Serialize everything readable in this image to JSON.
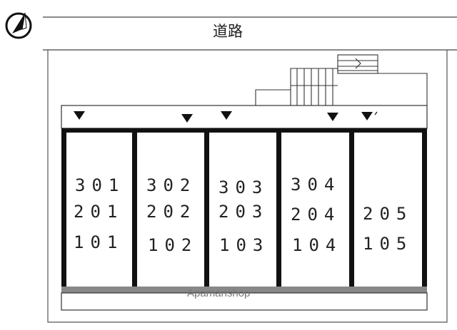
{
  "road": {
    "label": "道路"
  },
  "compass": {
    "icon": "north-arrow-icon"
  },
  "watermark": "Apamanshop",
  "entrances": [
    1,
    2,
    3,
    4,
    5
  ],
  "units": [
    {
      "column": "1",
      "rooms": [
        "301",
        "201",
        "101"
      ]
    },
    {
      "column": "2",
      "rooms": [
        "302",
        "202",
        "102"
      ]
    },
    {
      "column": "3",
      "rooms": [
        "303",
        "203",
        "103"
      ]
    },
    {
      "column": "4",
      "rooms": [
        "304",
        "204",
        "104"
      ]
    },
    {
      "column": "5",
      "rooms": [
        "205",
        "105"
      ]
    }
  ]
}
